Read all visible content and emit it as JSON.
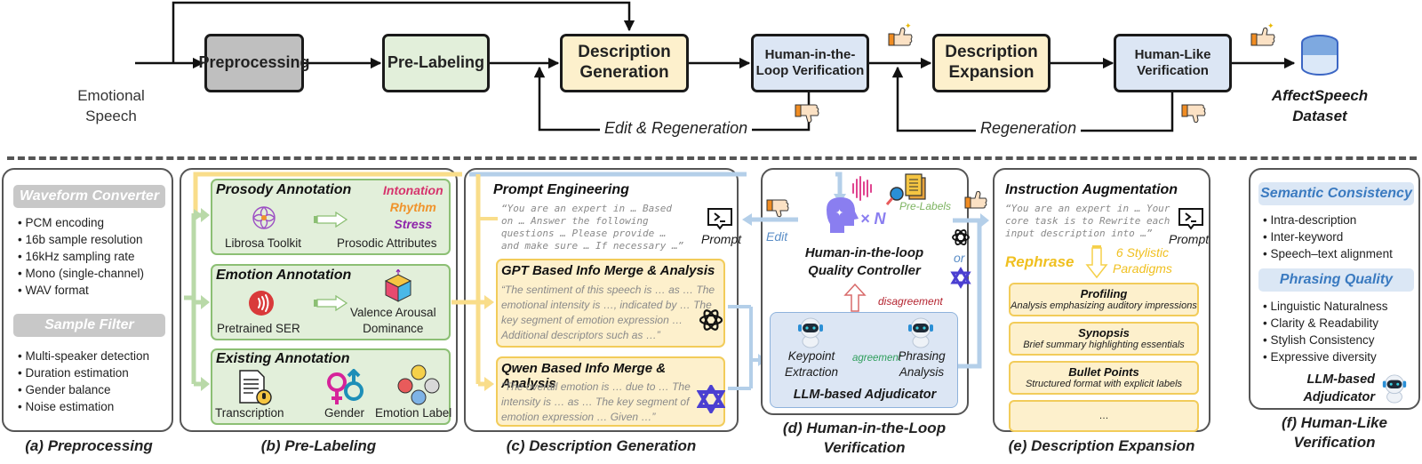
{
  "pipeline": {
    "input_label": "Emotional Speech",
    "nodes": [
      {
        "id": "preprocessing",
        "label": "Preprocessing",
        "color": "#bfbfbf"
      },
      {
        "id": "pre_labeling",
        "label": "Pre-Labeling",
        "color": "#e2efda"
      },
      {
        "id": "description_generation",
        "label": "Description Generation",
        "color": "#fdf0cc"
      },
      {
        "id": "hitl_verification",
        "label": "Human-in-the-Loop Verification",
        "color": "#dce6f4"
      },
      {
        "id": "description_expansion",
        "label": "Description Expansion",
        "color": "#fdf0cc"
      },
      {
        "id": "human_like_verification",
        "label": "Human-Like Verification",
        "color": "#dce6f4"
      }
    ],
    "feedback_loops": [
      {
        "label": "Edit & Regeneration",
        "from": "hitl_verification",
        "to": "description_generation"
      },
      {
        "label": "Regeneration",
        "from": "human_like_verification",
        "to": "description_expansion"
      }
    ],
    "output_label": "AffectSpeech Dataset",
    "icons": [
      "waveform-icon",
      "thumbs-up-icon",
      "thumbs-down-icon",
      "database-icon"
    ]
  },
  "panels": {
    "a": {
      "caption": "(a) Preprocessing",
      "groups": [
        {
          "title": "Waveform Converter",
          "items": [
            "PCM encoding",
            "16b sample resolution",
            "16kHz sampling rate",
            "Mono (single-channel)",
            "WAV format"
          ]
        },
        {
          "title": "Sample Filter",
          "items": [
            "Multi-speaker detection",
            "Duration estimation",
            "Gender balance",
            "Noise estimation"
          ]
        }
      ]
    },
    "b": {
      "caption": "(b) Pre-Labeling",
      "prosody": {
        "title": "Prosody Annotation",
        "tool": "Librosa Toolkit",
        "output": "Prosodic Attributes",
        "attributes": [
          {
            "label": "Intonation",
            "color": "#d6336c"
          },
          {
            "label": "Rhythm",
            "color": "#f0932b"
          },
          {
            "label": "Stress",
            "color": "#8e24aa"
          }
        ]
      },
      "emotion": {
        "title": "Emotion Annotation",
        "tool": "Pretrained SER",
        "output_line1": "Valence Arousal",
        "output_line2": "Dominance"
      },
      "existing": {
        "title": "Existing Annotation",
        "items": [
          "Transcription",
          "Gender",
          "Emotion Label"
        ]
      }
    },
    "c": {
      "caption": "(c) Description Generation",
      "prompt_engineering": {
        "title": "Prompt Engineering",
        "quote_lines": [
          "“You are an expert in … Based",
          "on … Answer the following",
          "questions … Please provide …",
          "and make sure … If necessary …”"
        ],
        "prompt_label": "Prompt"
      },
      "gpt": {
        "title": "GPT Based Info Merge & Analysis",
        "quote_lines": [
          "“The sentiment of this speech is … as …  The",
          "emotional intensity  is …, indicated by … The",
          "key segment of emotion expression …",
          "Additional descriptors such as …”"
        ]
      },
      "qwen": {
        "title": "Qwen Based Info Merge & Analysis",
        "quote_lines": [
          "“The overall emotion is … due to …  The",
          "intensity  is … as … The key segment of",
          "emotion expression … Given …”"
        ]
      }
    },
    "d": {
      "caption_line1": "(d) Human-in-the-Loop",
      "caption_line2": "Verification",
      "edit_label": "Edit",
      "multiplier": "× N",
      "pre_labels": "Pre-Labels",
      "controller_line1": "Human-in-the-loop",
      "controller_line2": "Quality Controller",
      "or_label": "or",
      "disagreement": "disagreement",
      "agreement": "agreement",
      "adjudicator": {
        "title": "LLM-based Adjudicator",
        "left_line1": "Keypoint",
        "left_line2": "Extraction",
        "right_line1": "Phrasing",
        "right_line2": "Analysis"
      }
    },
    "e": {
      "caption": "(e) Description Expansion",
      "title": "Instruction Augmentation",
      "quote_lines": [
        "“You are an expert in … Your",
        "core task is to Rewrite each",
        "input description into …”"
      ],
      "prompt_label": "Prompt",
      "rephrase": "Rephrase",
      "paradigms_line1": "6 Stylistic",
      "paradigms_line2": "Paradigms",
      "styles": [
        {
          "title": "Profiling",
          "desc": "Analysis emphasizing auditory impressions"
        },
        {
          "title": "Synopsis",
          "desc": "Brief summary highlighting essentials"
        },
        {
          "title": "Bullet Points",
          "desc": "Structured format with explicit labels"
        },
        {
          "title": "…",
          "desc": ""
        }
      ]
    },
    "f": {
      "caption_line1": "(f) Human-Like",
      "caption_line2": "Verification",
      "groups": [
        {
          "title": "Semantic Consistency",
          "items": [
            "Intra-description",
            "Inter-keyword",
            "Speech–text alignment"
          ]
        },
        {
          "title": "Phrasing Quality",
          "items": [
            "Linguistic Naturalness",
            "Clarity & Readability",
            "Stylish Consistency",
            "Expressive diversity"
          ]
        }
      ],
      "adjudicator_line1": "LLM-based",
      "adjudicator_line2": "Adjudicator"
    }
  },
  "colors": {
    "gray_node": "#bfbfbf",
    "green_node": "#e2efda",
    "yellow_node": "#fdf0cc",
    "blue_node": "#dce6f4",
    "green_connector": "#b9d9a8",
    "yellow_connector": "#f9dd8a",
    "blue_connector": "#b4cfe9",
    "agreement": "#2e9e5b",
    "disagreement": "#b4232f"
  }
}
